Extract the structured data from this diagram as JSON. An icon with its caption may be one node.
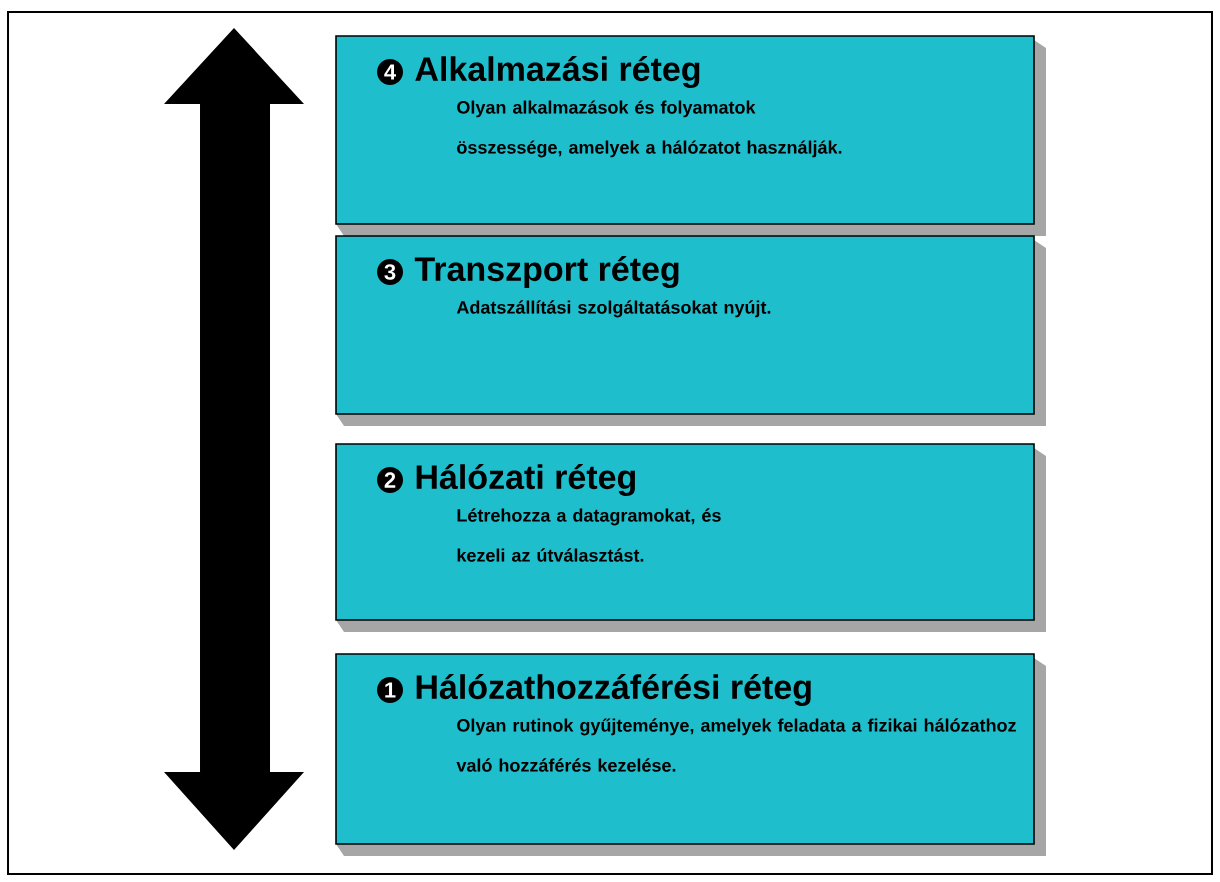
{
  "diagram": {
    "nodes": [
      {
        "text": [
          "4",
          "Alkalmazási réteg",
          "Olyan alkalmazások és folyamatok összessége, amelyek a hálózatot használják."
        ]
      },
      {
        "text": [
          "3",
          "Transzport réteg",
          "Adatszállítási szolgáltatásokat nyújt."
        ]
      },
      {
        "text": [
          "2",
          "Hálózati réteg",
          "Létrehozza a datagramokat, és kezeli az útválasztást."
        ]
      },
      {
        "text": [
          "1",
          "Hálózathozzáférési réteg",
          "Olyan rutinok gyűjteménye, amelyek feladata a fizikai hálózathoz való hozzáférés kezelése."
        ]
      }
    ]
  }
}
